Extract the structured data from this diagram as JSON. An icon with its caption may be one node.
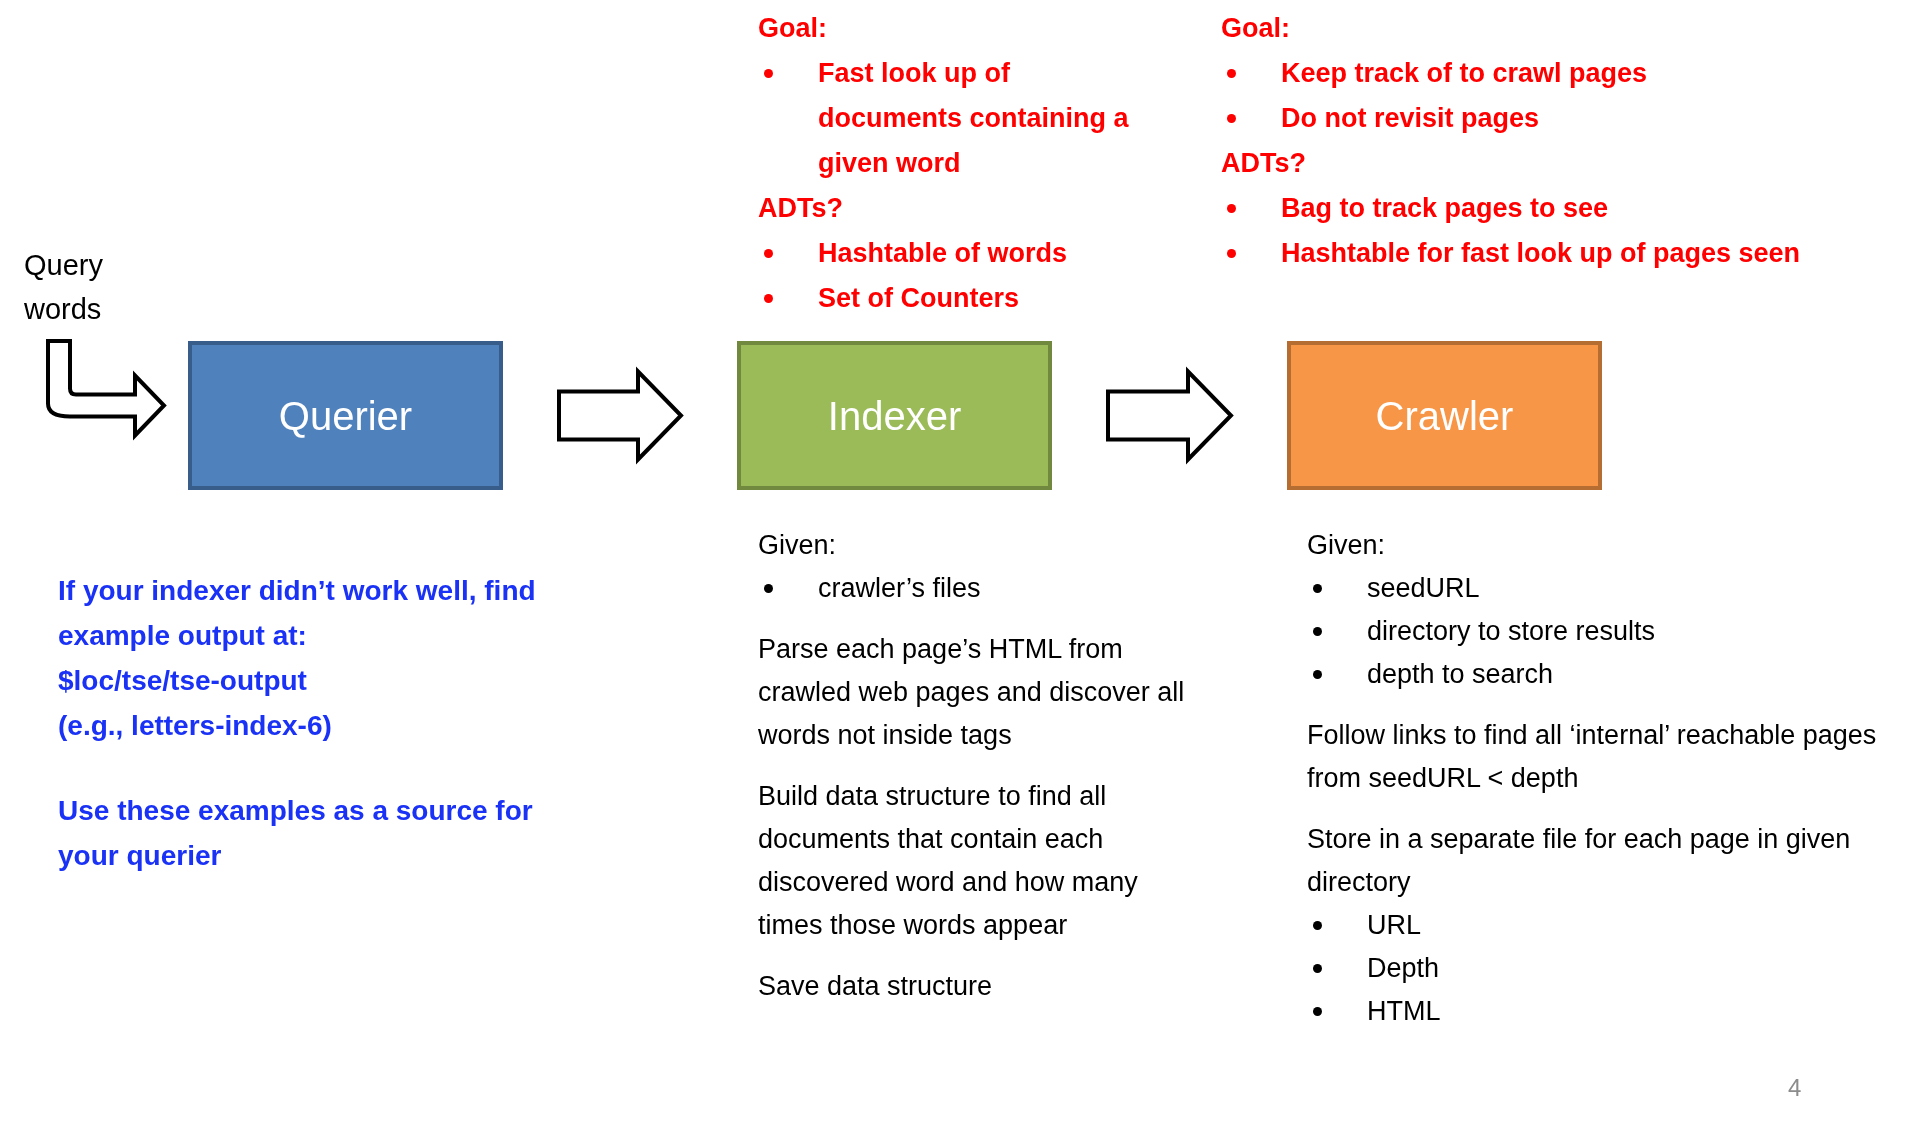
{
  "diagram": {
    "nodes": [
      {
        "text": [
          "Querier"
        ]
      },
      {
        "text": [
          "Indexer"
        ]
      },
      {
        "text": [
          "Crawler"
        ]
      },
      {
        "text": [
          "Query words"
        ]
      }
    ],
    "edges": [
      {
        "from": 3,
        "to": 0,
        "arrow": "to"
      },
      {
        "from": 0,
        "to": 1,
        "arrow": "to"
      },
      {
        "from": 1,
        "to": 2,
        "arrow": "to"
      }
    ],
    "labels": [
      "Goal:",
      "Fast look up of documents containing a given word",
      "ADTs?",
      "Hashtable of words",
      "Set of Counters",
      "Goal:",
      "Keep track of to crawl pages",
      "Do not revisit pages",
      "ADTs?",
      "Bag to track pages to see",
      "Hashtable for fast look up of pages seen",
      "If your indexer didn’t work well, find example output at:",
      "$loc/tse/tse-output",
      "(e.g., letters-index-6)",
      "Use these examples as a source for your querier",
      "Given:",
      "crawler’s files",
      "Parse each page’s HTML from crawled web pages and discover all words not inside tags",
      "Build data structure to find all documents that contain each discovered word and how many times those words appear",
      "Save data structure",
      "Given:",
      "seedURL",
      "directory to store results",
      "depth to search",
      "Follow links to find all ‘internal’ reachable pages from seedURL < depth",
      "Store in a separate file for each page in given directory",
      "URL",
      "Depth",
      "HTML",
      "4"
    ]
  }
}
